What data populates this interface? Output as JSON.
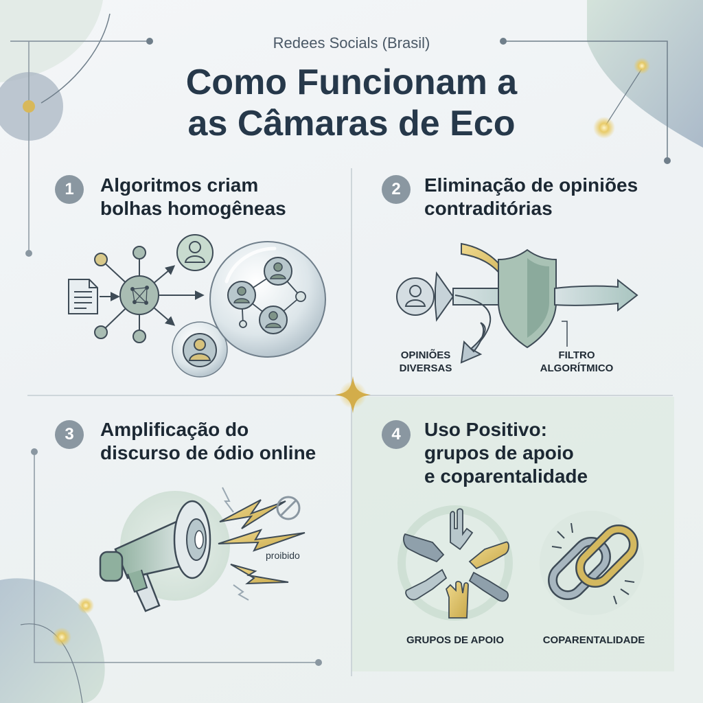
{
  "header": {
    "subtitle": "Redees Socials (Brasil)",
    "title_line1": "Como Funcionam a",
    "title_line2": "as Câmaras de Eco"
  },
  "sections": [
    {
      "number": "1",
      "line1": "Algoritmos criam",
      "line2": "bolhas homogêneas"
    },
    {
      "number": "2",
      "line1": "Eliminação de opiniões",
      "line2": "contraditórias",
      "label_left_1": "OPINIÕES",
      "label_left_2": "DIVERSAS",
      "label_right_1": "FILTRO",
      "label_right_2": "ALGORÍTMICO"
    },
    {
      "number": "3",
      "line1": "Amplificação do",
      "line2": "discurso de ódio online",
      "tag": "proibido"
    },
    {
      "number": "4",
      "line1": "Uso Positivo:",
      "line2": "grupos de apoio",
      "line3": "e coparentalidade",
      "label_a": "GRUPOS DE APOIO",
      "label_b": "COPARENTALIDADE"
    }
  ],
  "icons": {
    "document": "document-icon",
    "network": "network-hub-icon",
    "bubble": "bubble-icon",
    "person": "person-icon",
    "shield": "shield-icon",
    "arrow": "arrow-icon",
    "megaphone": "megaphone-icon",
    "lightning": "lightning-icon",
    "prohibited": "prohibited-icon",
    "hands": "hands-circle-icon",
    "link": "chain-link-icon",
    "sparkle": "sparkle-icon"
  },
  "colors": {
    "text": "#1c2833",
    "badge": "#8a97a1",
    "accent_gold": "#c9a94a",
    "accent_green": "#7fa091",
    "slate": "#5b6b78",
    "divider": "#c3ccd2"
  }
}
